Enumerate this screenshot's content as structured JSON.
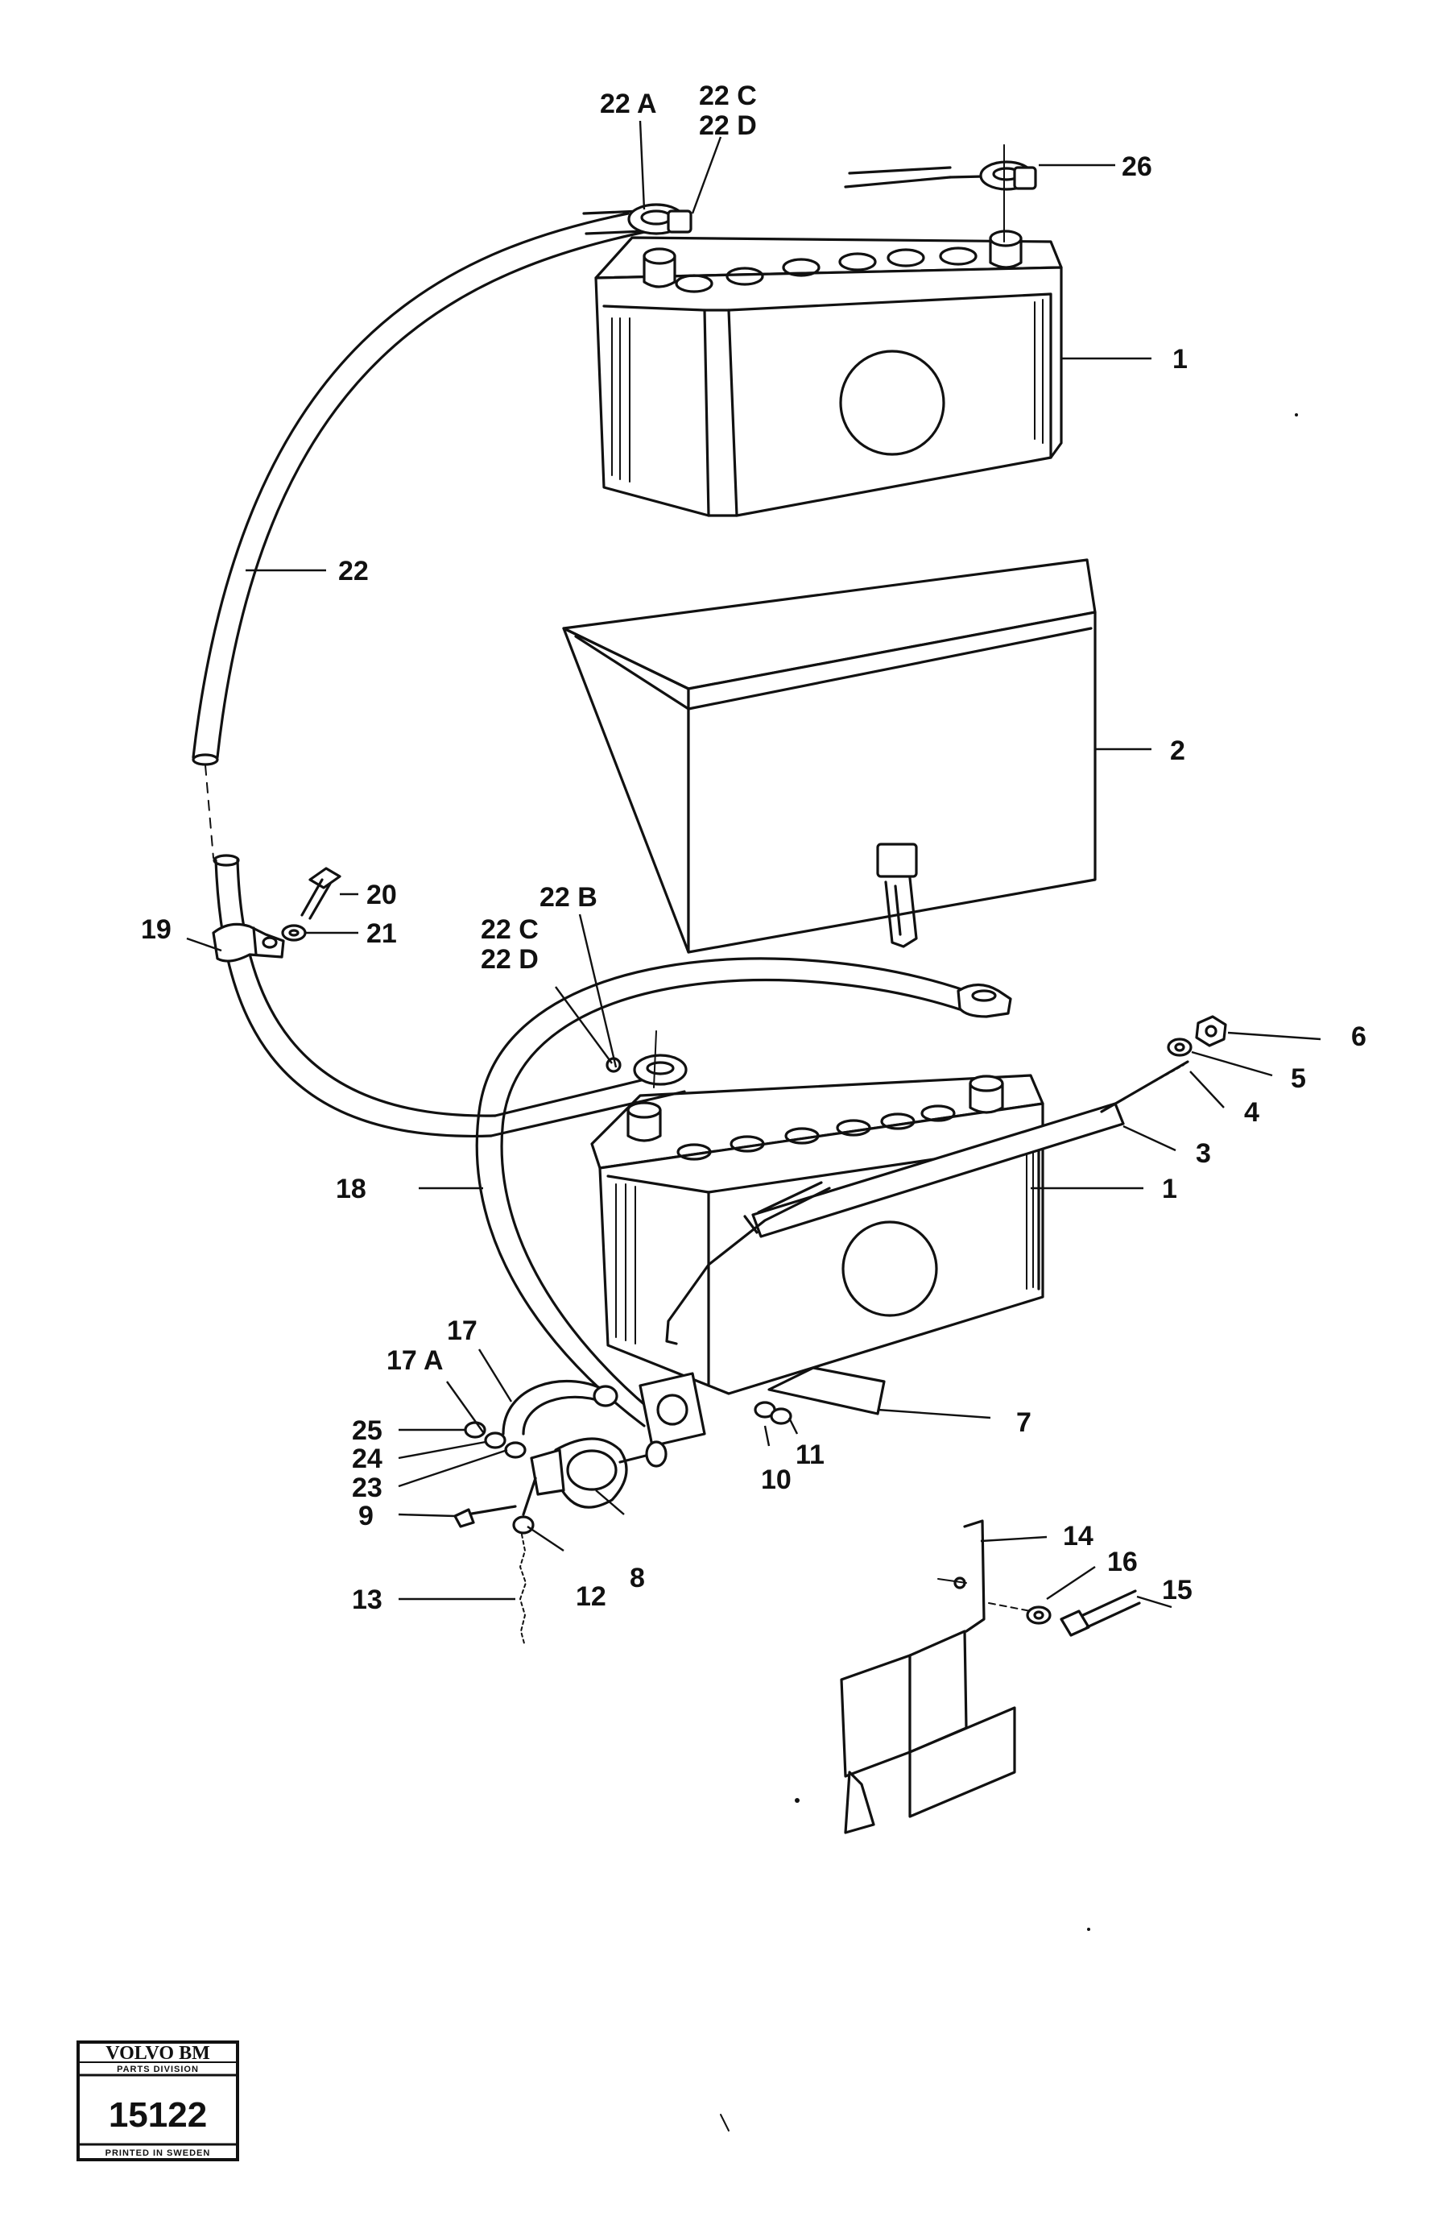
{
  "labels": {
    "l22A": "22 A",
    "l22C_top": "22 C",
    "l22D_top": "22 D",
    "l26": "26",
    "l1_top": "1",
    "l22": "22",
    "l2": "2",
    "l20": "20",
    "l21": "21",
    "l19": "19",
    "l22B": "22 B",
    "l22C_mid": "22 C",
    "l22D_mid": "22 D",
    "l6": "6",
    "l5": "5",
    "l4": "4",
    "l3": "3",
    "l1_bottom": "1",
    "l18": "18",
    "l17": "17",
    "l17A": "17 A",
    "l25": "25",
    "l24": "24",
    "l23": "23",
    "l9": "9",
    "l13": "13",
    "l12": "12",
    "l8": "8",
    "l7": "7",
    "l11": "11",
    "l10": "10",
    "l14": "14",
    "l16": "16",
    "l15": "15"
  },
  "title_block": {
    "brand": "VOLVO BM",
    "division": "PARTS DIVISION",
    "number": "15122",
    "printed": "PRINTED IN SWEDEN"
  }
}
